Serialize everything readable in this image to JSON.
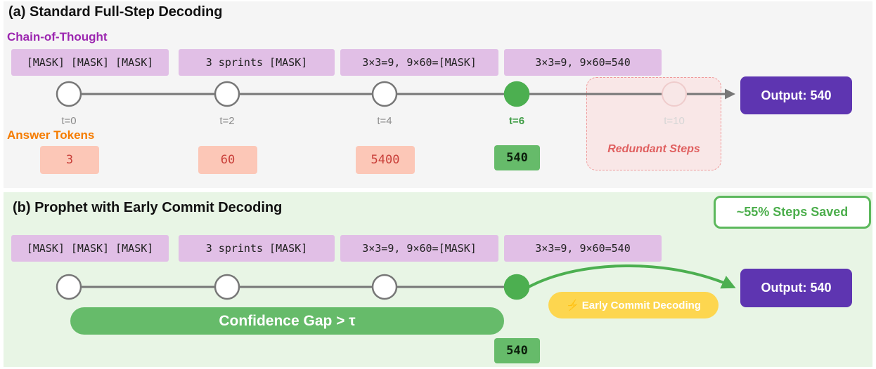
{
  "panel_a": {
    "title": "(a) Standard Full-Step Decoding",
    "cot_label": "Chain-of-Thought",
    "answer_label": "Answer Tokens",
    "cot_steps": [
      "[MASK] [MASK] [MASK]",
      "3 sprints [MASK]",
      "3×3=9, 9×60=[MASK]",
      "3×3=9, 9×60=540"
    ],
    "timesteps": [
      "t=0",
      "t=2",
      "t=4",
      "t=6",
      "t=10"
    ],
    "answer_tokens": [
      "3",
      "60",
      "5400",
      "540"
    ],
    "redundant_label": "Redundant Steps",
    "output": "Output: 540"
  },
  "panel_b": {
    "title": "(b) Prophet with Early Commit Decoding",
    "steps_saved": "~55% Steps Saved",
    "cot_steps": [
      "[MASK] [MASK] [MASK]",
      "3 sprints [MASK]",
      "3×3=9, 9×60=[MASK]",
      "3×3=9, 9×60=540"
    ],
    "confidence_gap": "Confidence Gap > τ",
    "early_commit": "Early Commit Decoding",
    "early_commit_icon": "⚡",
    "answer_token": "540",
    "output": "Output: 540"
  },
  "colors": {
    "cot_purple": "#9c27b0",
    "answer_orange": "#f57c00",
    "node_active": "#4caf50",
    "output_purple": "#5e35b1",
    "redundant_red": "#e06060",
    "gap_green": "#66bb6a",
    "early_yellow": "#fdd64f"
  }
}
